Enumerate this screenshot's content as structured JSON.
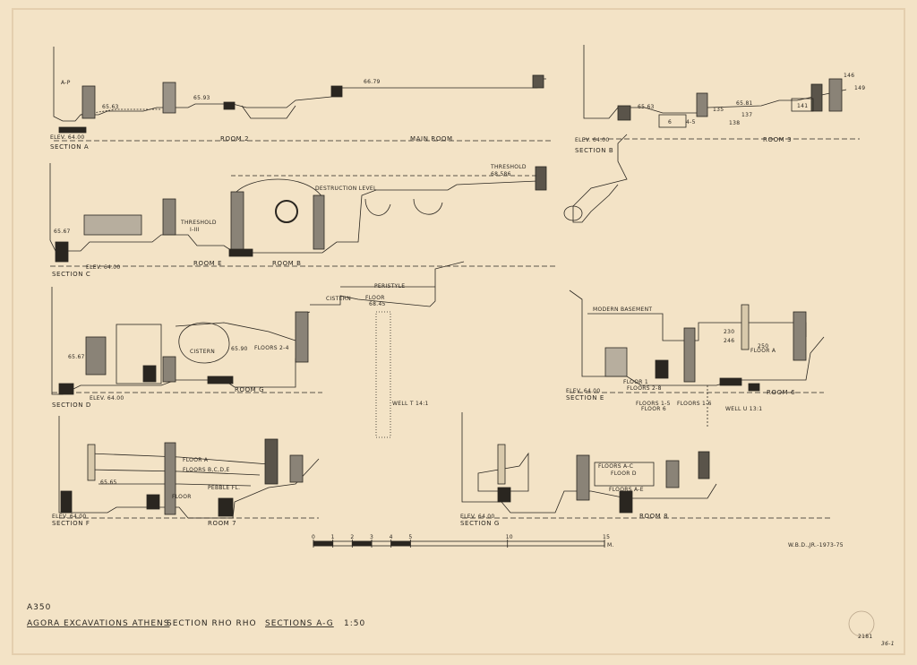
{
  "sheet": {
    "paper_color": "#f3e3c6",
    "ink_color": "#2a2620",
    "sheet_id": "A350",
    "title_parts": [
      "AGORA EXCAVATIONS ATHENS",
      "SECTION RHO RHO",
      "SECTIONS A-G",
      "1:50"
    ],
    "credit": "W.B.D.,JR.-1973-75",
    "sheet_no": "2181",
    "handwritten_no": "36-1"
  },
  "scale_bar": {
    "ticks": [
      "0",
      "1",
      "2",
      "3",
      "4",
      "5",
      "10",
      "15"
    ],
    "unit": "M."
  },
  "labels": {
    "secA": "SECTION A",
    "elevA": "ELEV. 64.00",
    "room2": "ROOM 2",
    "mainroom": "MAIN ROOM",
    "ap": "A-P",
    "e6563a": "65.63",
    "e6593": "65.93",
    "e6679": "66.79",
    "secB": "SECTION B",
    "elevB": "ELEV. 64.00",
    "room3": "ROOM 3",
    "e6563b": "65.63",
    "e6581": "65.81",
    "n141": "141",
    "n146": "146",
    "n149": "149",
    "n135": "135",
    "n137": "137",
    "n138": "138",
    "n6": "6",
    "n45": "4-5",
    "secC": "SECTION C",
    "elevC": "ELEV. 64.00",
    "roomE": "ROOM E",
    "roomB": "ROOM B",
    "threshold1": "THRESHOLD",
    "threshold1b": "I-III",
    "destruction": "DESTRUCTION LEVEL",
    "threshold2": "THRESHOLD",
    "threshold2b": "68.586",
    "e6567a": "65.67",
    "peristyle": "PERISTYLE",
    "cistern1": "CISTERN",
    "floor1": "FLOOR",
    "floor1b": "68.45",
    "wellT": "WELL T 14:1",
    "secD": "SECTION D",
    "elevD": "ELEV. 64.00",
    "roomG": "ROOM G",
    "cistern2": "CISTERN",
    "e6590": "65.90",
    "floors24": "FLOORS 2-4",
    "e6567b": "65.67",
    "secE": "SECTION E",
    "elevE": "ELEV. 64.00",
    "room6": "ROOM 6",
    "modernbase": "MODERN BASEMENT",
    "floorE": "FLOOR 1",
    "floorsE": "FLOORS 2-8",
    "floors15": "FLOORS 1-5",
    "floor6": "FLOOR 6",
    "floors16": "FLOORS 1-6",
    "wellU": "WELL U 13:1",
    "n230": "230",
    "n246": "246",
    "n250": "250",
    "floorA_E": "FLOOR A",
    "secF": "SECTION F",
    "elevF": "ELEV. 64.00",
    "room7": "ROOM 7",
    "floorA": "FLOOR A",
    "floorsBCDE": "FLOORS B,C,D,E",
    "pebble": "PEBBLE FL.",
    "floorF": "FLOOR",
    "e6565": "65.65",
    "secG": "SECTION G",
    "elevG": "ELEV. 64.00",
    "room8": "ROOM 8",
    "floorsAC": "FLOORS A-C",
    "floorD": "FLOOR D",
    "floorsAE": "FLOORS A-E"
  }
}
